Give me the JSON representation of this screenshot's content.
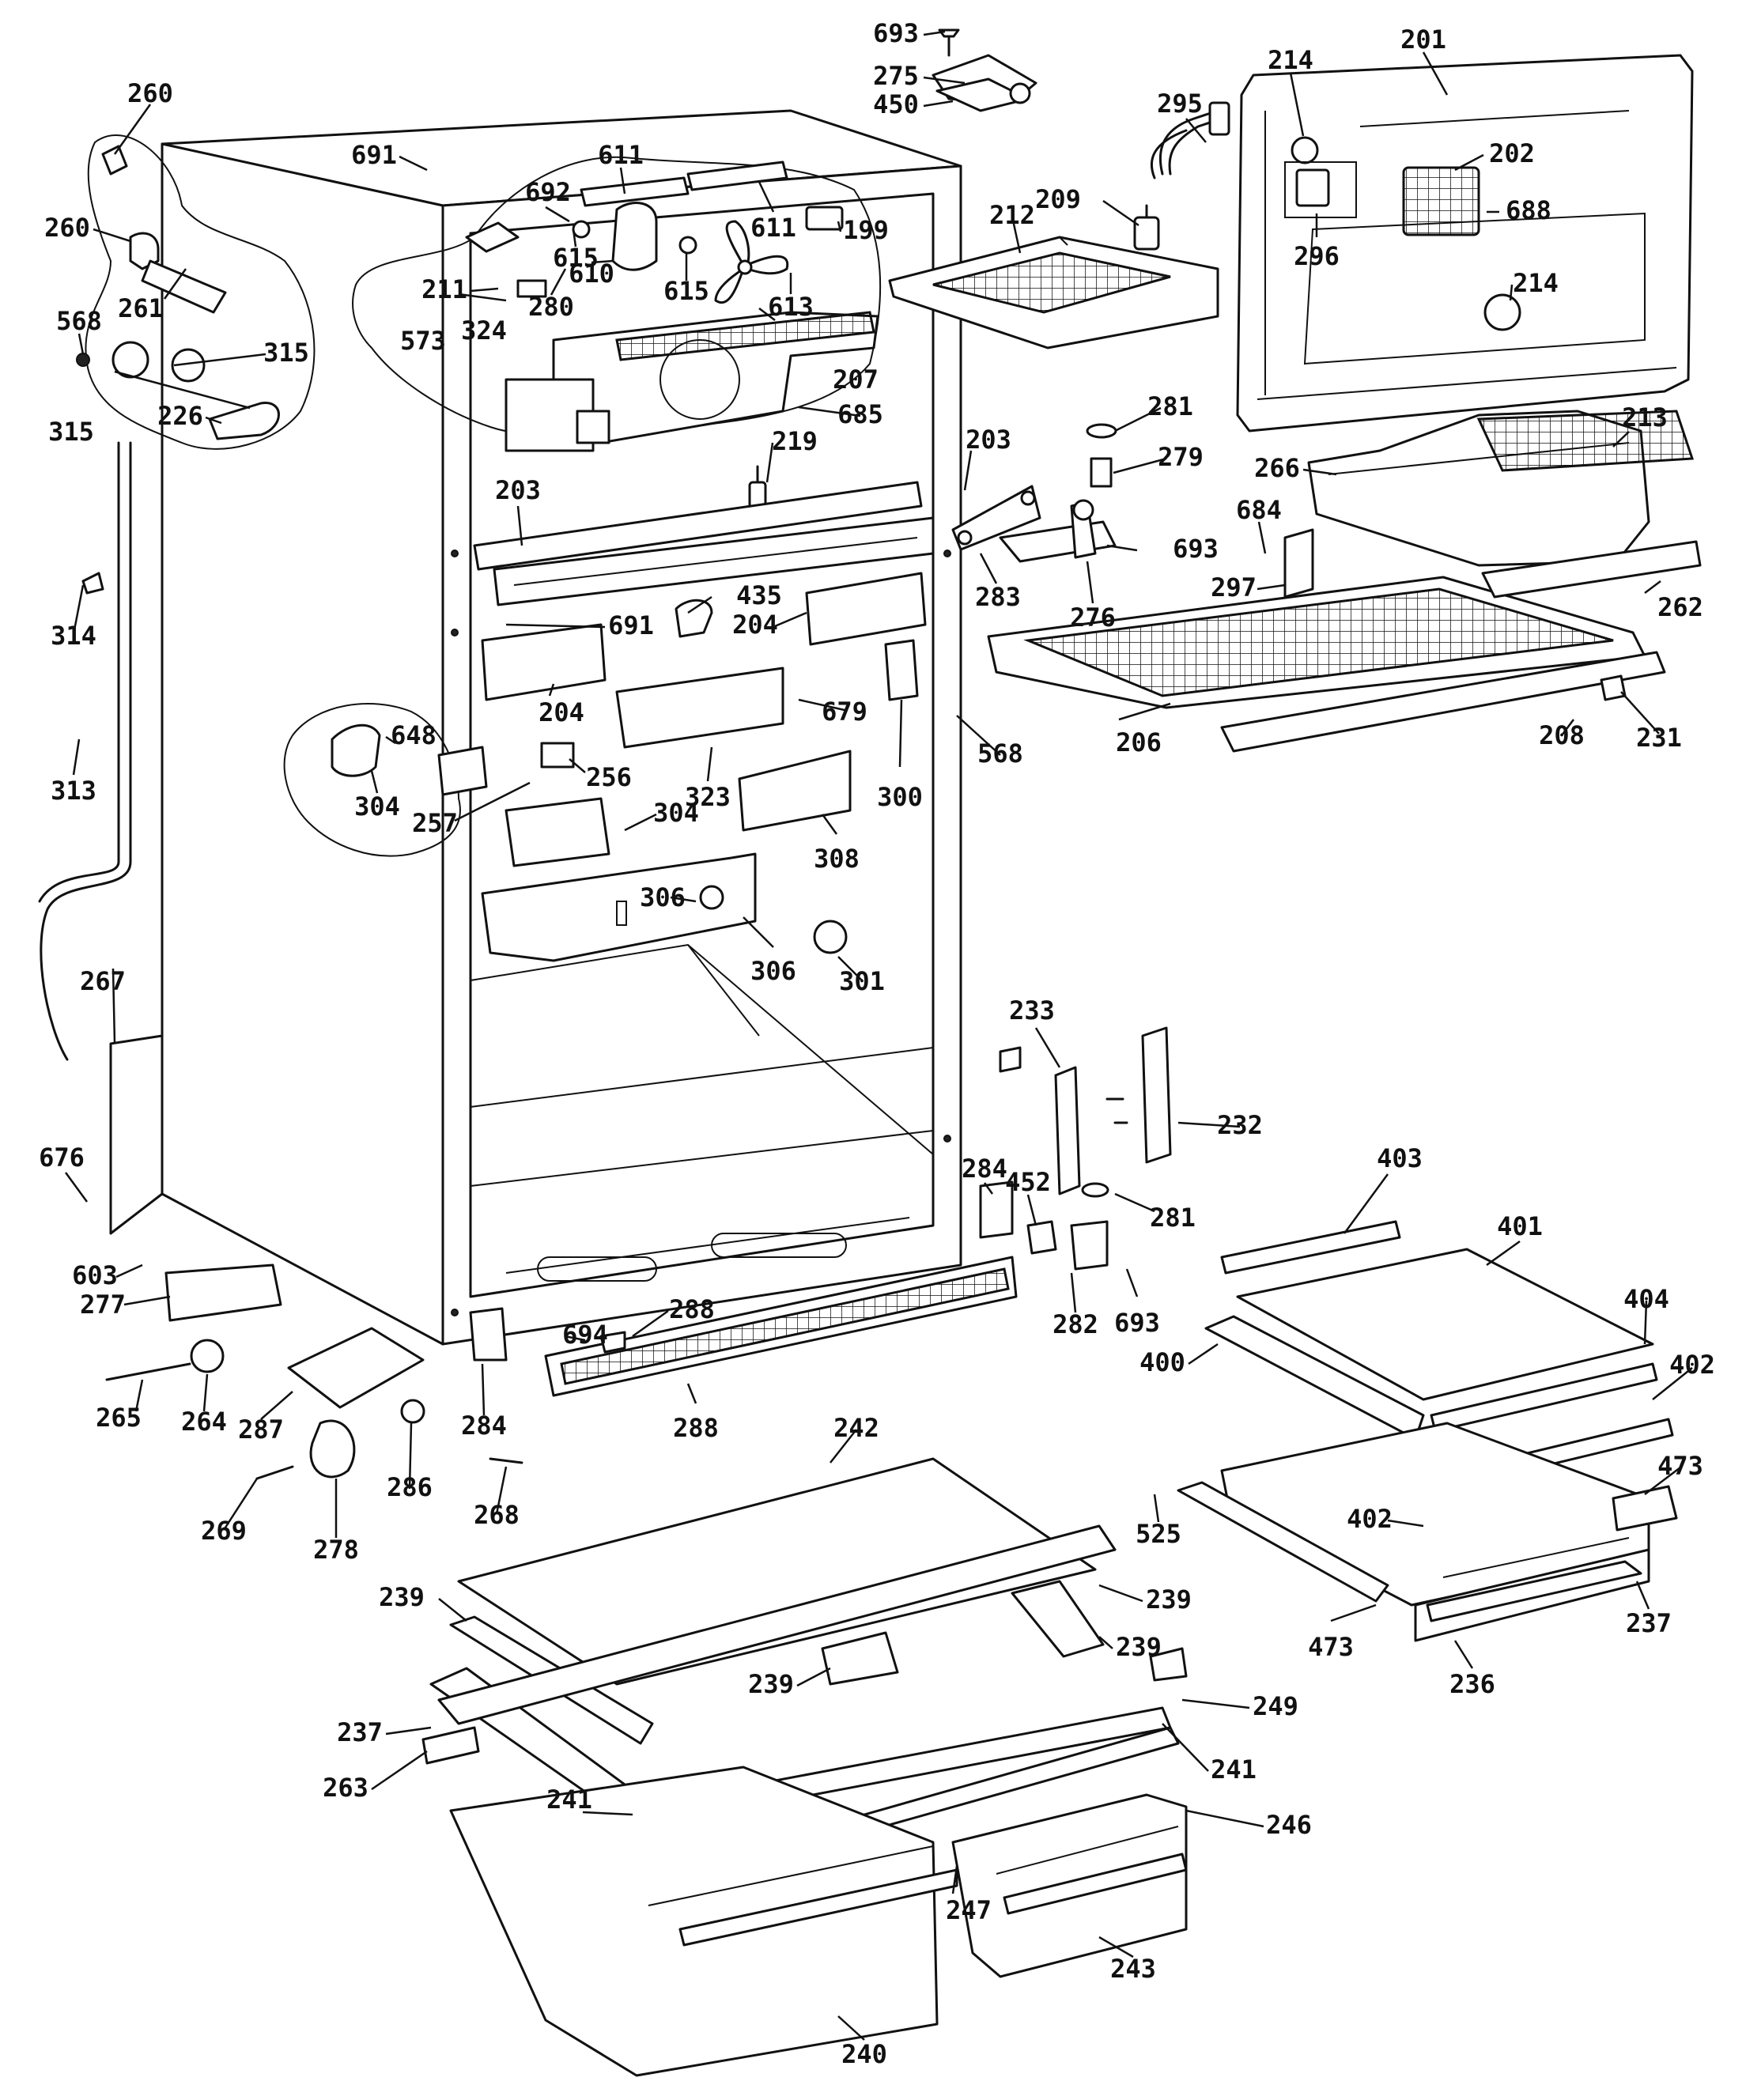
{
  "diagram": {
    "callouts": [
      {
        "id": "c-693-top",
        "text": "693"
      },
      {
        "id": "c-275",
        "text": "275"
      },
      {
        "id": "c-450",
        "text": "450"
      },
      {
        "id": "c-201",
        "text": "201"
      },
      {
        "id": "c-214-a",
        "text": "214"
      },
      {
        "id": "c-295",
        "text": "295"
      },
      {
        "id": "c-202",
        "text": "202"
      },
      {
        "id": "c-209",
        "text": "209"
      },
      {
        "id": "c-296",
        "text": "296"
      },
      {
        "id": "c-688",
        "text": "688"
      },
      {
        "id": "c-214-b",
        "text": "214"
      },
      {
        "id": "c-212",
        "text": "212"
      },
      {
        "id": "c-260-a",
        "text": "260"
      },
      {
        "id": "c-691-a",
        "text": "691"
      },
      {
        "id": "c-692",
        "text": "692"
      },
      {
        "id": "c-611-a",
        "text": "611"
      },
      {
        "id": "c-611-b",
        "text": "611"
      },
      {
        "id": "c-199",
        "text": "199"
      },
      {
        "id": "c-260-b",
        "text": "260"
      },
      {
        "id": "c-615-a",
        "text": "615"
      },
      {
        "id": "c-615-b",
        "text": "615"
      },
      {
        "id": "c-568-a",
        "text": "568"
      },
      {
        "id": "c-261",
        "text": "261"
      },
      {
        "id": "c-211",
        "text": "211"
      },
      {
        "id": "c-280",
        "text": "280"
      },
      {
        "id": "c-610",
        "text": "610"
      },
      {
        "id": "c-613",
        "text": "613"
      },
      {
        "id": "c-315-a",
        "text": "315"
      },
      {
        "id": "c-315-b",
        "text": "315"
      },
      {
        "id": "c-573",
        "text": "573"
      },
      {
        "id": "c-324",
        "text": "324"
      },
      {
        "id": "c-207",
        "text": "207"
      },
      {
        "id": "c-226",
        "text": "226"
      },
      {
        "id": "c-685",
        "text": "685"
      },
      {
        "id": "c-281-a",
        "text": "281"
      },
      {
        "id": "c-213",
        "text": "213"
      },
      {
        "id": "c-279",
        "text": "279"
      },
      {
        "id": "c-266",
        "text": "266"
      },
      {
        "id": "c-219",
        "text": "219"
      },
      {
        "id": "c-203-a",
        "text": "203"
      },
      {
        "id": "c-203-b",
        "text": "203"
      },
      {
        "id": "c-684",
        "text": "684"
      },
      {
        "id": "c-693-mid",
        "text": "693"
      },
      {
        "id": "c-283",
        "text": "283"
      },
      {
        "id": "c-276",
        "text": "276"
      },
      {
        "id": "c-297",
        "text": "297"
      },
      {
        "id": "c-262",
        "text": "262"
      },
      {
        "id": "c-314",
        "text": "314"
      },
      {
        "id": "c-435",
        "text": "435"
      },
      {
        "id": "c-691-b",
        "text": "691"
      },
      {
        "id": "c-204-a",
        "text": "204"
      },
      {
        "id": "c-204-b",
        "text": "204"
      },
      {
        "id": "c-648",
        "text": "648"
      },
      {
        "id": "c-679",
        "text": "679"
      },
      {
        "id": "c-300",
        "text": "300"
      },
      {
        "id": "c-568-b",
        "text": "568"
      },
      {
        "id": "c-206",
        "text": "206"
      },
      {
        "id": "c-208",
        "text": "208"
      },
      {
        "id": "c-231",
        "text": "231"
      },
      {
        "id": "c-313",
        "text": "313"
      },
      {
        "id": "c-304-a",
        "text": "304"
      },
      {
        "id": "c-257",
        "text": "257"
      },
      {
        "id": "c-256",
        "text": "256"
      },
      {
        "id": "c-323",
        "text": "323"
      },
      {
        "id": "c-304-b",
        "text": "304"
      },
      {
        "id": "c-308",
        "text": "308"
      },
      {
        "id": "c-306-a",
        "text": "306"
      },
      {
        "id": "c-306-b",
        "text": "306"
      },
      {
        "id": "c-301",
        "text": "301"
      },
      {
        "id": "c-267",
        "text": "267"
      },
      {
        "id": "c-233",
        "text": "233"
      },
      {
        "id": "c-232",
        "text": "232"
      },
      {
        "id": "c-284-a",
        "text": "284"
      },
      {
        "id": "c-452",
        "text": "452"
      },
      {
        "id": "c-403",
        "text": "403"
      },
      {
        "id": "c-676",
        "text": "676"
      },
      {
        "id": "c-281-b",
        "text": "281"
      },
      {
        "id": "c-401",
        "text": "401"
      },
      {
        "id": "c-603",
        "text": "603"
      },
      {
        "id": "c-277",
        "text": "277"
      },
      {
        "id": "c-288-a",
        "text": "288"
      },
      {
        "id": "c-694",
        "text": "694"
      },
      {
        "id": "c-282",
        "text": "282"
      },
      {
        "id": "c-693-low",
        "text": "693"
      },
      {
        "id": "c-404",
        "text": "404"
      },
      {
        "id": "c-400",
        "text": "400"
      },
      {
        "id": "c-402-a",
        "text": "402"
      },
      {
        "id": "c-265",
        "text": "265"
      },
      {
        "id": "c-264",
        "text": "264"
      },
      {
        "id": "c-287",
        "text": "287"
      },
      {
        "id": "c-284-b",
        "text": "284"
      },
      {
        "id": "c-288-b",
        "text": "288"
      },
      {
        "id": "c-242",
        "text": "242"
      },
      {
        "id": "c-473-a",
        "text": "473"
      },
      {
        "id": "c-286",
        "text": "286"
      },
      {
        "id": "c-268",
        "text": "268"
      },
      {
        "id": "c-269",
        "text": "269"
      },
      {
        "id": "c-402-b",
        "text": "402"
      },
      {
        "id": "c-525",
        "text": "525"
      },
      {
        "id": "c-278",
        "text": "278"
      },
      {
        "id": "c-239-a",
        "text": "239"
      },
      {
        "id": "c-239-b",
        "text": "239"
      },
      {
        "id": "c-239-c",
        "text": "239"
      },
      {
        "id": "c-239-d",
        "text": "239"
      },
      {
        "id": "c-237-a",
        "text": "237"
      },
      {
        "id": "c-473-b",
        "text": "473"
      },
      {
        "id": "c-236",
        "text": "236"
      },
      {
        "id": "c-249",
        "text": "249"
      },
      {
        "id": "c-237-b",
        "text": "237"
      },
      {
        "id": "c-263",
        "text": "263"
      },
      {
        "id": "c-241-a",
        "text": "241"
      },
      {
        "id": "c-241-b",
        "text": "241"
      },
      {
        "id": "c-246",
        "text": "246"
      },
      {
        "id": "c-247",
        "text": "247"
      },
      {
        "id": "c-243",
        "text": "243"
      },
      {
        "id": "c-240",
        "text": "240"
      }
    ]
  }
}
